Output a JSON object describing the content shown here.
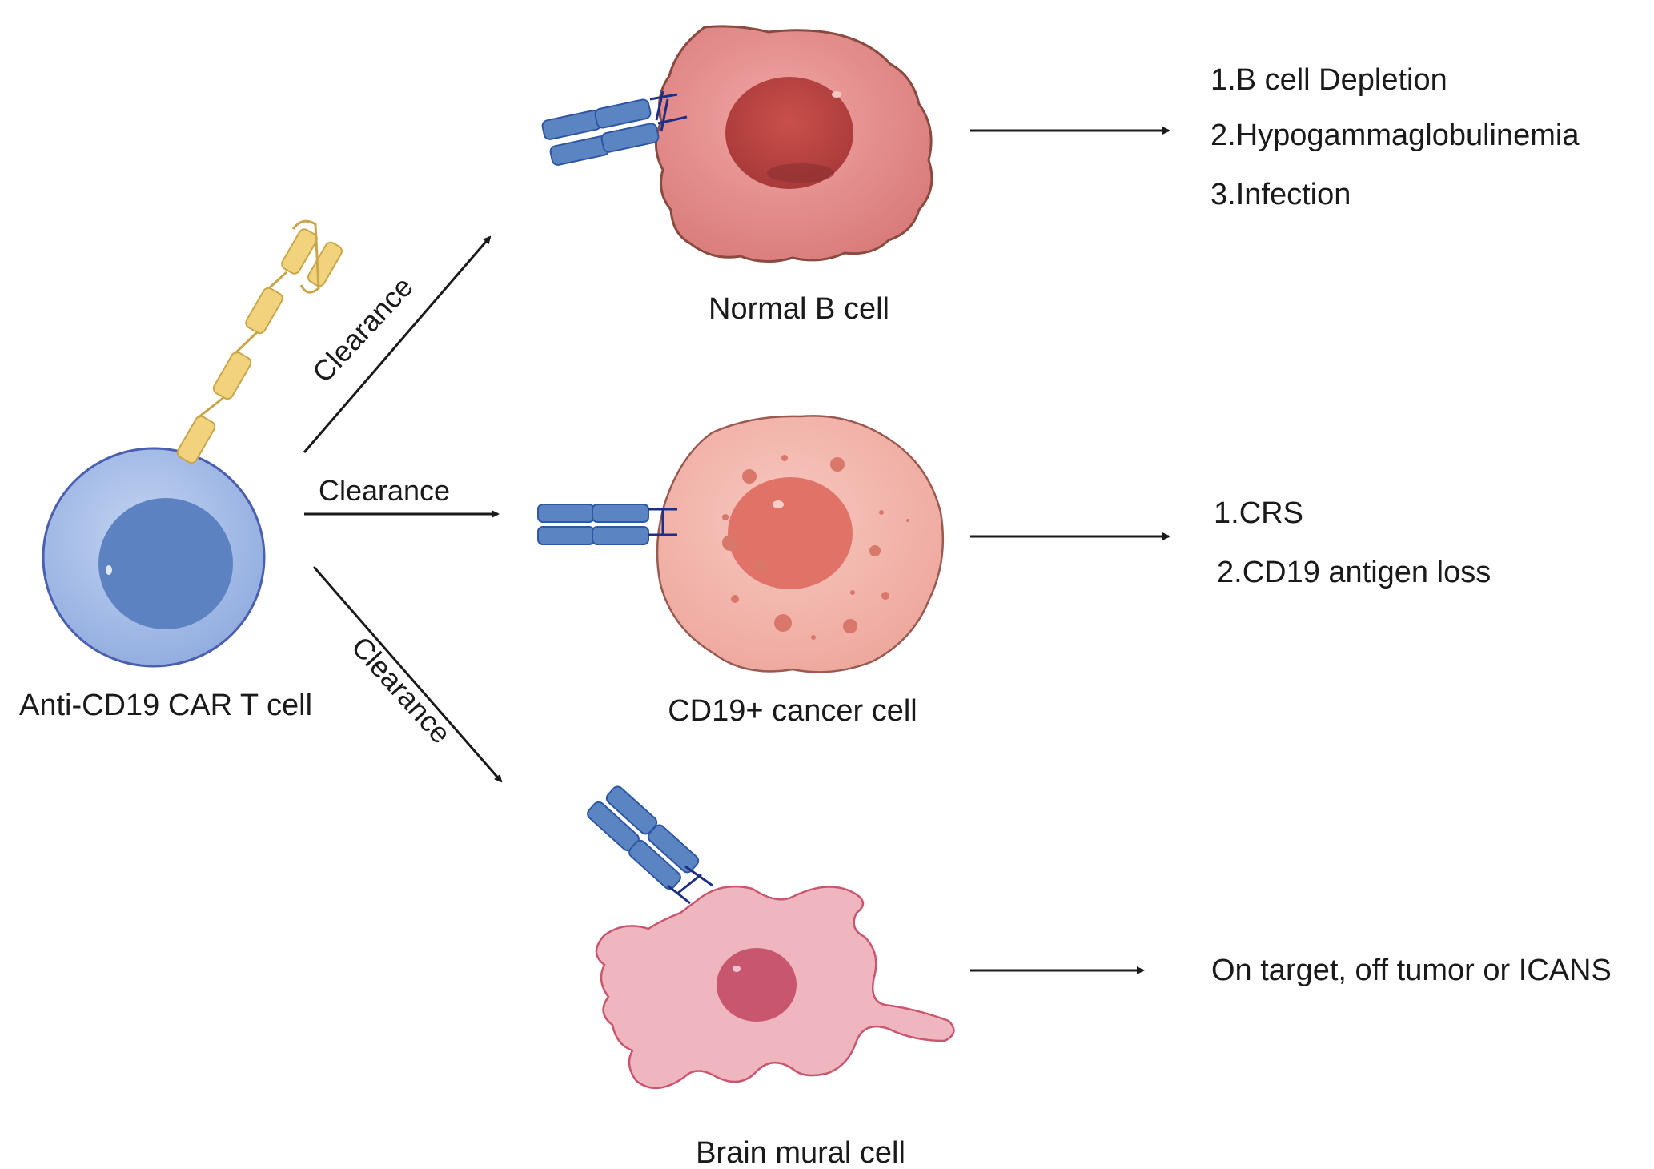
{
  "cells": {
    "car_t": {
      "label": "Anti-CD19 CAR T cell"
    },
    "normal_b": {
      "label": "Normal B cell"
    },
    "cancer": {
      "label": "CD19+ cancer cell"
    },
    "mural": {
      "label": "Brain mural cell"
    }
  },
  "edges": {
    "to_normal_b": "Clearance",
    "to_cancer": "Clearance",
    "to_mural": "Clearance"
  },
  "outcomes": {
    "normal_b": [
      "1.B cell Depletion",
      "2.Hypogammaglobulinemia",
      "3.Infection"
    ],
    "cancer": [
      "1.CRS",
      "2.CD19 antigen loss"
    ],
    "mural": [
      "On target, off tumor or ICANS"
    ]
  },
  "colors": {
    "car_t_fill": "#a9c1ea",
    "car_t_nucleus": "#5a82c0",
    "receptor": "#f1d37d",
    "antibody": "#5b85c2",
    "normal_b_fill": "#e0888a",
    "normal_b_nucleus": "#c4524f",
    "cancer_fill": "#f1b4ab",
    "cancer_nucleus": "#e07268",
    "mural_fill": "#f0b6c0",
    "mural_nucleus": "#c9566f",
    "arrow": "#1a1a1a"
  }
}
